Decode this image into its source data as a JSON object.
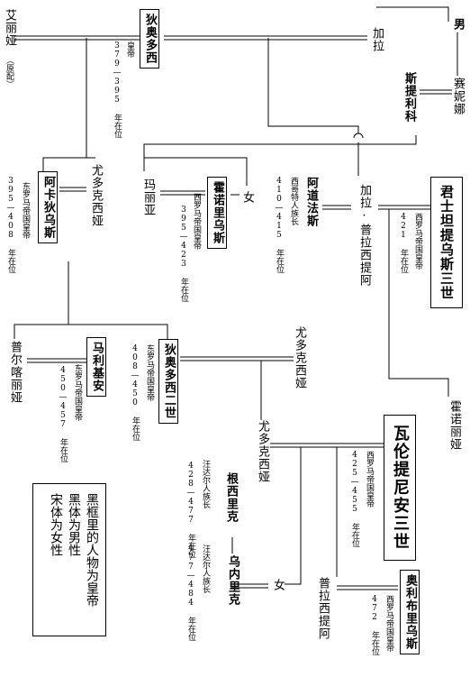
{
  "people": {
    "theodosius1": {
      "name": "狄奥多西",
      "title": "皇帝",
      "reign": "379—395 年在位"
    },
    "galla": {
      "name": "加拉"
    },
    "aelia": {
      "name": "艾丽娅",
      "note": "（原配）"
    },
    "male": {
      "name": "男"
    },
    "serena": {
      "name": "赛妮娜"
    },
    "stilicho": {
      "name": "斯提利科"
    },
    "arcadius": {
      "name": "阿卡狄乌斯",
      "title": "东罗马帝国皇帝",
      "reign": "395—408 年在位"
    },
    "eudoxia": {
      "name": "尤多克西娅"
    },
    "maria": {
      "name": "玛丽亚"
    },
    "honorius": {
      "name": "霍诺里乌斯",
      "title": "西罗马帝国皇帝",
      "reign": "395—423 年在位"
    },
    "daughter1": {
      "name": "女"
    },
    "athaulf": {
      "name": "阿道法斯",
      "title": "西哥特人族长",
      "reign": "410—415 年在位"
    },
    "galla_placidia": {
      "name": "加拉·普拉西提阿"
    },
    "constantius3": {
      "name": "君士坦提乌斯三世",
      "title": "西罗马帝国皇帝",
      "reign": "421 年在位"
    },
    "pulcheria": {
      "name": "普尔喀丽娅"
    },
    "marcian": {
      "name": "马利基安",
      "title": "东罗马帝国皇帝",
      "reign": "450—457 年在位"
    },
    "theodosius2": {
      "name": "狄奥多西二世",
      "title": "东罗马帝国皇帝",
      "reign": "408—450 年在位"
    },
    "eudoxia2": {
      "name": "尤多克西娅"
    },
    "eudoxia3": {
      "name": "尤多克西娅"
    },
    "valentinian3": {
      "name": "瓦伦提尼安三世",
      "title": "西罗马帝国皇帝",
      "reign": "425—455 年在位"
    },
    "honoria": {
      "name": "霍诺丽娅"
    },
    "genseric": {
      "name": "根西里克",
      "title": "汪达尔人族长",
      "reign": "428—477 年在位"
    },
    "huneric": {
      "name": "乌内里克",
      "title": "汪达尔人族长",
      "reign": "477—484 年在位"
    },
    "daughter2": {
      "name": "女"
    },
    "placidia": {
      "name": "普拉西提阿"
    },
    "olybrius": {
      "name": "奥利布里乌斯",
      "title": "西罗马帝国皇帝",
      "reign": "472 年在位"
    }
  },
  "legend": {
    "line1": "黑框里的人物为皇帝",
    "line2": "黑体为男性",
    "line3": "宋体为女性"
  }
}
